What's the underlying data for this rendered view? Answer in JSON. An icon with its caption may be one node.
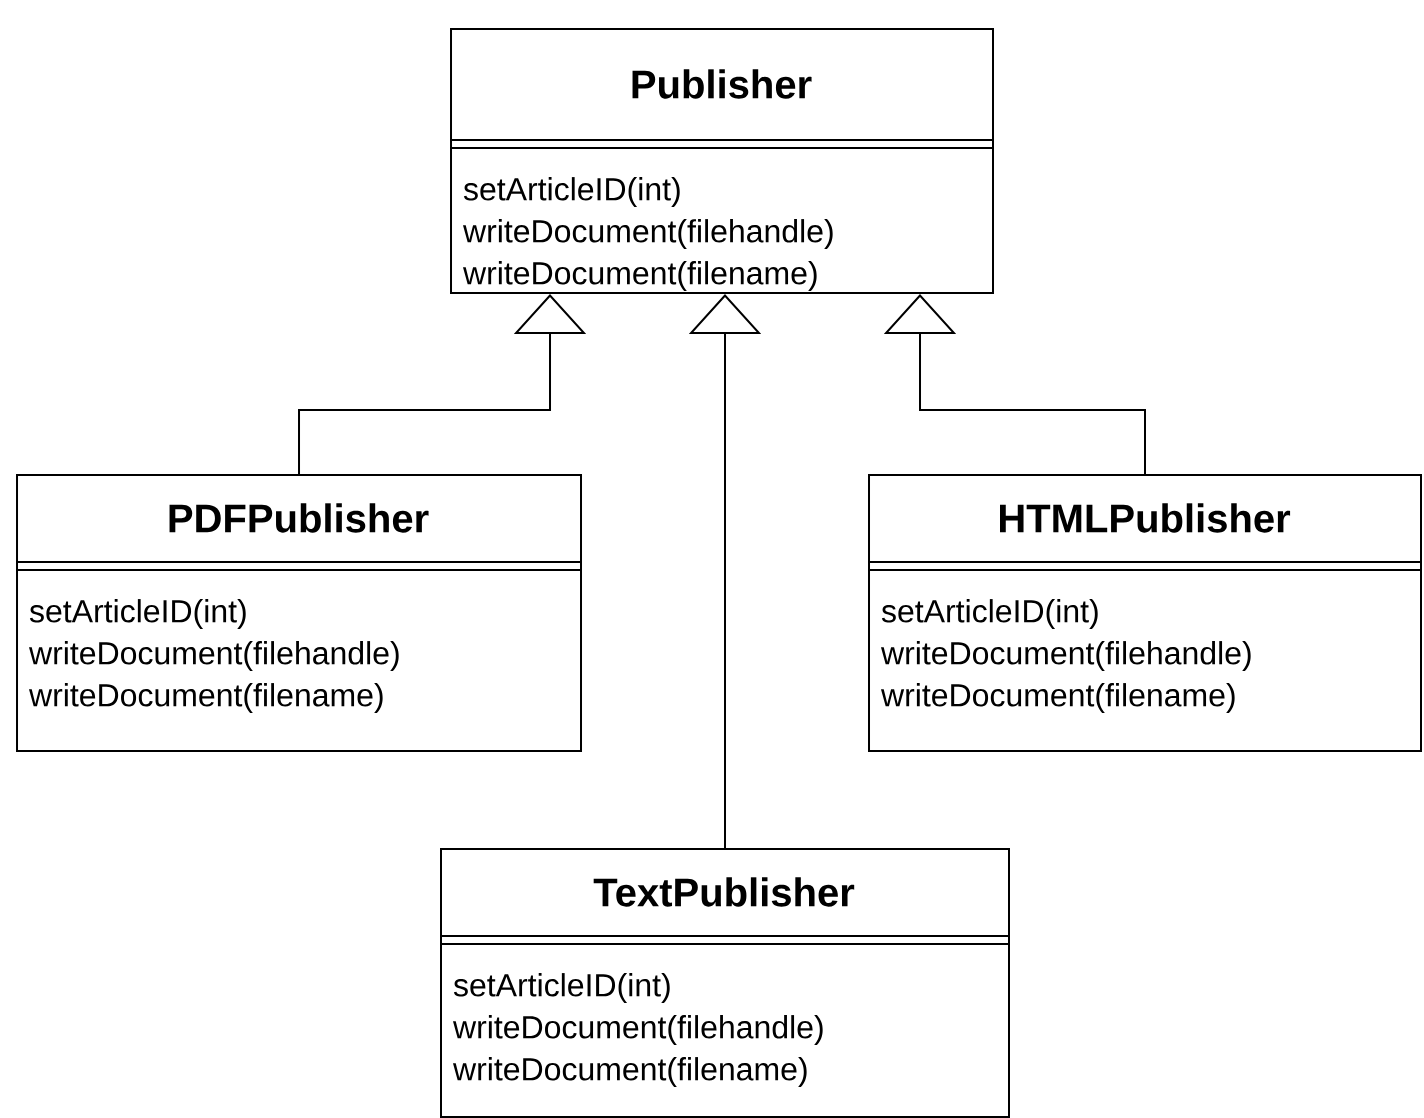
{
  "diagram": {
    "nodes": [
      {
        "text": [
          "Publisher",
          "setArticleID(int)",
          "writeDocument(filehandle)",
          "writeDocument(filename)"
        ]
      },
      {
        "text": [
          "PDFPublisher",
          "setArticleID(int)",
          "writeDocument(filehandle)",
          "writeDocument(filename)"
        ]
      },
      {
        "text": [
          "HTMLPublisher",
          "setArticleID(int)",
          "writeDocument(filehandle)",
          "writeDocument(filename)"
        ]
      },
      {
        "text": [
          "TextPublisher",
          "setArticleID(int)",
          "writeDocument(filehandle)",
          "writeDocument(filename)"
        ]
      }
    ],
    "edges": [
      {
        "from": 1,
        "to": 0,
        "arrow": "to"
      },
      {
        "from": 2,
        "to": 0,
        "arrow": "to"
      },
      {
        "from": 3,
        "to": 0,
        "arrow": "to"
      }
    ]
  }
}
